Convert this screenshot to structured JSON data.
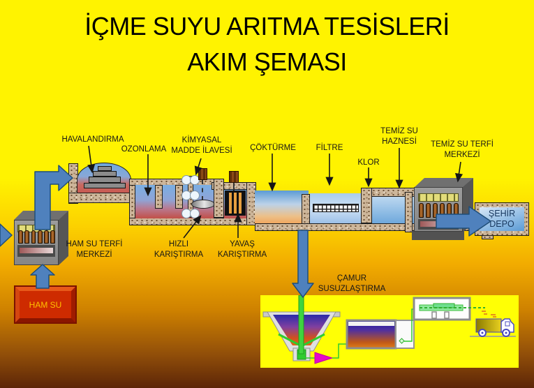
{
  "title": {
    "line1": "İÇME SUYU ARITMA TESİSLERİ",
    "line2": "AKIM ŞEMASI"
  },
  "labels": {
    "havalandirma": {
      "line1": "HAVALANDIRMA"
    },
    "ozonlama": {
      "line1": "OZONLAMA"
    },
    "kimyasal": {
      "line1": "KİMYASAL",
      "line2": "MADDE İLAVESİ"
    },
    "cokturme": {
      "line1": "ÇÖKTÜRME"
    },
    "filtre": {
      "line1": "FİLTRE"
    },
    "klor": {
      "line1": "KLOR"
    },
    "temiz_su_haznesi": {
      "line1": "TEMİZ SU",
      "line2": "HAZNESİ"
    },
    "temiz_su_terfi": {
      "line1": "TEMİZ SU TERFİ",
      "line2": "MERKEZİ"
    },
    "ham_su_terfi": {
      "line1": "HAM SU TERFİ",
      "line2": "MERKEZİ"
    },
    "hizli_karistirma": {
      "line1": "HIZLI",
      "line2": "KARIŞTIRMA"
    },
    "yavas_karistirma": {
      "line1": "YAVAŞ",
      "line2": "KARIŞTIRMA"
    },
    "camur_susuzlastirma": {
      "line1": "ÇAMUR",
      "line2": "SUSUZLAŞTIRMA"
    },
    "sehir_depo": {
      "line1": "ŞEHİR",
      "line2": "DEPO"
    },
    "ham_su": {
      "line1": "HAM SU"
    }
  },
  "colors": {
    "background_top": "#FFF300",
    "background_bottom": "#5C2508",
    "arrow_blue": "#4F81BD",
    "arrow_blue_outline": "#1F4E79",
    "panel_yellow": "#FFFF05",
    "ham_su_box_red": "#CE2B00",
    "ham_su_text": "#FFC000",
    "sehir_depo_text": "#17375E",
    "speckle_wall": "#CDB69A",
    "magenta_arrow": "#E608C8",
    "pipe_green": "#2FCC2F"
  }
}
